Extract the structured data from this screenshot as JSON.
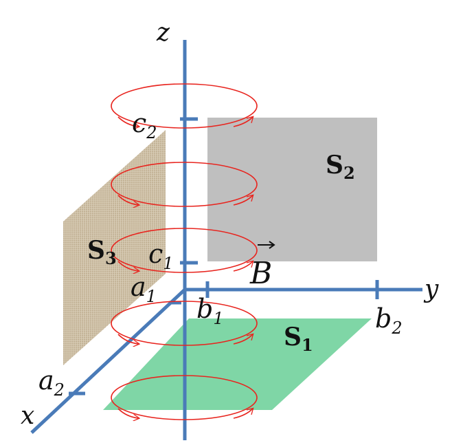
{
  "diagram": {
    "axes": {
      "x_label": "x",
      "y_label": "y",
      "z_label": "z"
    },
    "ticks": {
      "a1": {
        "main": "a",
        "sub": "1"
      },
      "a2": {
        "main": "a",
        "sub": "2"
      },
      "b1": {
        "main": "b",
        "sub": "1"
      },
      "b2": {
        "main": "b",
        "sub": "2"
      },
      "c1": {
        "main": "c",
        "sub": "1"
      },
      "c2": {
        "main": "c",
        "sub": "2"
      }
    },
    "surfaces": {
      "s1": {
        "main": "S",
        "sub": "1"
      },
      "s2": {
        "main": "S",
        "sub": "2"
      },
      "s3": {
        "main": "S",
        "sub": "3"
      }
    },
    "field_label": "B",
    "colors": {
      "axis": "#4a7bb8",
      "field_loop": "#e8251f",
      "s1": "#7fd6a6",
      "s2": "#bfbfbf",
      "s3": "#cdbfa5",
      "text": "#111111"
    }
  }
}
